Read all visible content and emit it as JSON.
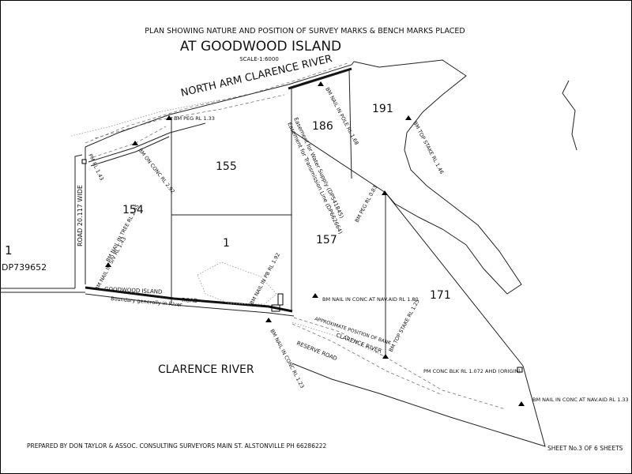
{
  "header": {
    "title_line1": "PLAN SHOWING NATURE AND POSITION OF SURVEY MARKS & BENCH MARKS PLACED",
    "title_line2": "AT GOODWOOD ISLAND",
    "scale": "SCALE-1:6000"
  },
  "rivers": {
    "north_arm": "NORTH ARM CLARENCE RIVER",
    "clarence_main": "CLARENCE RIVER",
    "clarence_small": "CLARENCE RIVER"
  },
  "roads": {
    "road_wide": "ROAD 20.117 WIDE",
    "goodwood_island": "GOODWOOD ISLAND",
    "road": "ROAD",
    "reserve_road": "RESERVE ROAD",
    "boundary": "Boundary generally in River",
    "approx_bank": "APPROXIMATE POSITION OF BANK"
  },
  "easements": {
    "line1": "Easement for Water Supply (DP541845)",
    "line2": "Easement for Transmission Line (DP662664)"
  },
  "lots": {
    "l191": "191",
    "l186": "186",
    "l155": "155",
    "l154": "154",
    "l157": "157",
    "l1a": "1",
    "l1b": "1",
    "l171": "171",
    "dp": "DP739652"
  },
  "marks": {
    "bm_peg_133": "BM PEG RL 1.33",
    "bm_nail_168": "BM NAIL IN POLE RL 1.68",
    "bm_top_stake_146": "BM TOP STAKE RL 1.46",
    "bm_on_conc_292": "BM ON CONC RL 2.92",
    "pm_143": "PM RL 1.43",
    "bm_peg_083": "BM PEG RL 0.83",
    "bm_nail_tree": "BM NAIL IN TREE RL 2.45",
    "bm_nail_sv": "BM NAIL IN S/V RL 1.43",
    "bm_nail_pb": "BM NAIL IN PB RL 1.92",
    "bm_nail_conc_180": "BM NAIL IN CONC AT NAV.AID RL 1.80",
    "bm_top_stake_125": "BM TOP STAKE RL 1.25",
    "bm_conc_123": "BM NAIL IN CONC RL 1.23",
    "pm_conc_blk": "PM CONC BLK RL 1.072 AHD (ORIGIN)",
    "bm_nail_conc_133": "BM NAIL IN CONC AT NAV.AID RL 1.33"
  },
  "footer": {
    "prepared_by": "PREPARED BY DON TAYLOR & ASSOC. CONSULTING SURVEYORS MAIN ST. ALSTONVILLE PH 66286222",
    "sheet": "SHEET No.3 OF 6 SHEETS"
  }
}
